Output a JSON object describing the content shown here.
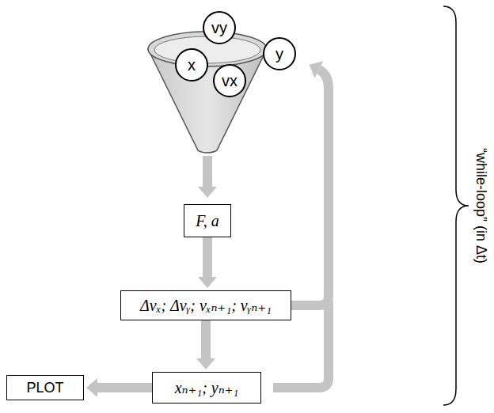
{
  "diagram": {
    "nodes": [
      {
        "text": [
          "vy"
        ]
      },
      {
        "text": [
          "x"
        ]
      },
      {
        "text": [
          "vx"
        ]
      },
      {
        "text": [
          "y"
        ]
      },
      {
        "text": [
          "F, a"
        ]
      },
      {
        "text": [
          "Δvₓ; Δvᵧ; vₓₙ₊₁; vᵧₙ₊₁"
        ]
      },
      {
        "text": [
          "xₙ₊₁; yₙ₊₁"
        ]
      },
      {
        "text": [
          "PLOT"
        ]
      }
    ],
    "edges": [
      {
        "from": 4,
        "to": 5,
        "arrow": "to"
      },
      {
        "from": 5,
        "to": 6,
        "arrow": "to"
      },
      {
        "from": 6,
        "to": 7,
        "arrow": "to"
      }
    ],
    "labels": [
      "“while-loop” (in Δt)"
    ]
  }
}
